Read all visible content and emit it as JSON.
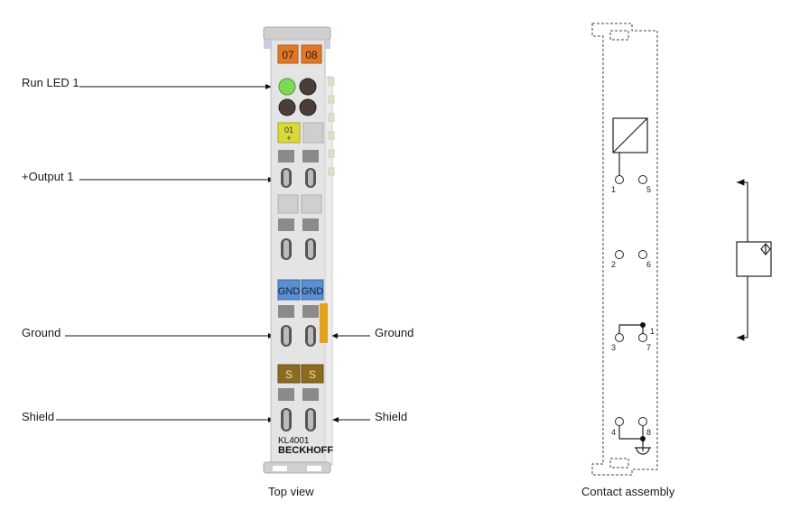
{
  "callouts": {
    "run_led": "Run LED 1",
    "output": "+Output 1",
    "ground_left": "Ground",
    "ground_right": "Ground",
    "shield_left": "Shield",
    "shield_right": "Shield"
  },
  "terminal": {
    "num_left": "07",
    "num_right": "08",
    "output_tag_top": "01",
    "output_tag_bottom": "+",
    "gnd_left": "GND",
    "gnd_right": "GND",
    "shield_left": "S",
    "shield_right": "S",
    "model": "KL4001",
    "brand": "BECKHOFF",
    "contact_nums": [
      "1",
      "5",
      "2",
      "6",
      "3",
      "7",
      "4",
      "8"
    ]
  },
  "captions": {
    "top_view": "Top view",
    "contact_assembly": "Contact assembly"
  },
  "contact": {
    "pins": [
      "1",
      "5",
      "2",
      "6",
      "3",
      "7",
      "4",
      "8"
    ],
    "bridge": "1"
  },
  "colors": {
    "led_green": "#7ed957",
    "orange_tag": "#e0782a",
    "yellow_tag": "#d9d93a",
    "blue_tag": "#5b8fd0",
    "shield_tag": "#8c6a1f",
    "ground_bar": "#e5a11a",
    "body_gray": "#e4e4e4"
  }
}
